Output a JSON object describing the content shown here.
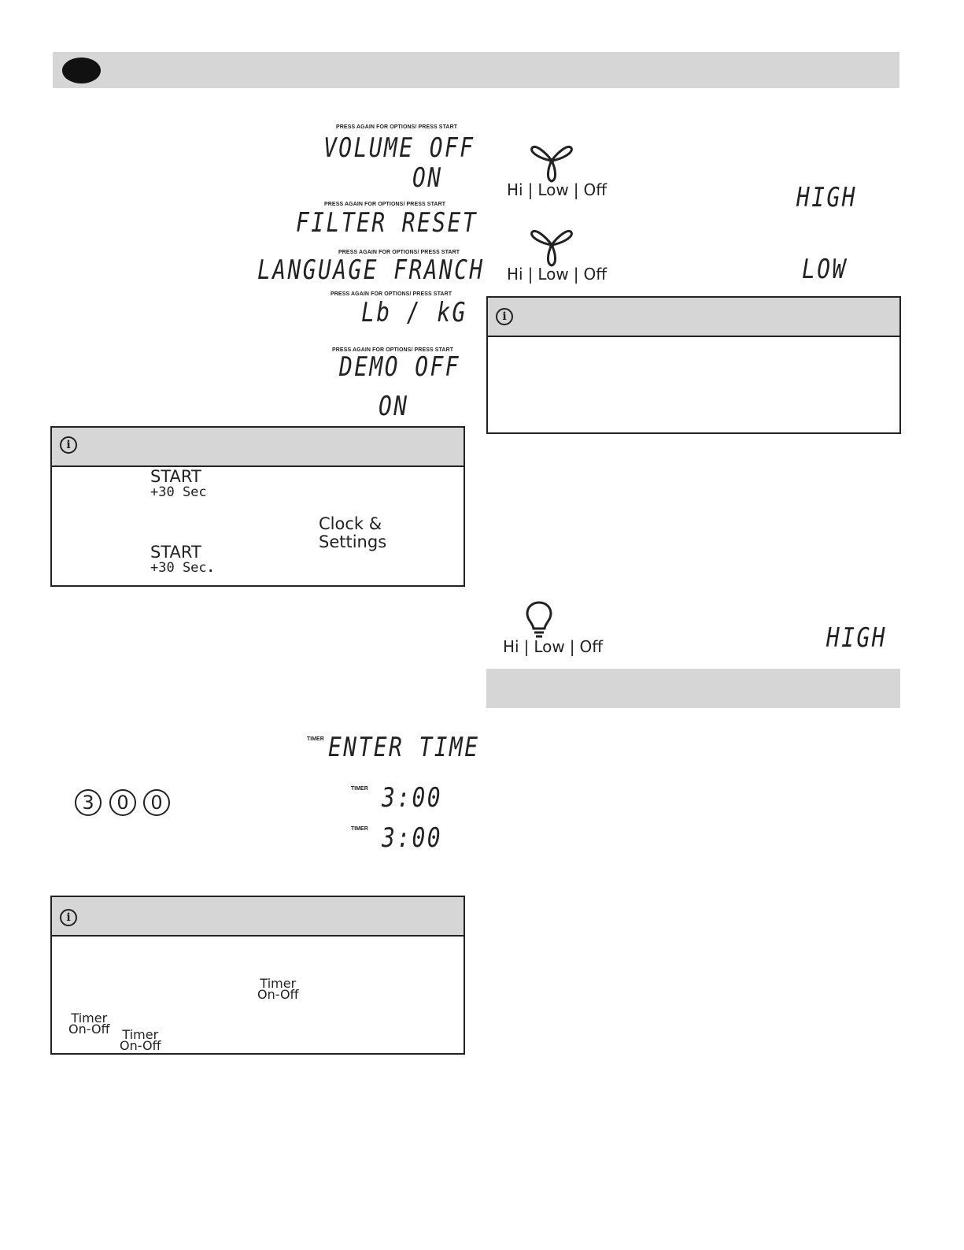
{
  "prompts": {
    "press_again": "PRESS AGAIN FOR OPTIONS/  PRESS START",
    "timer": "TIMER"
  },
  "displays": {
    "volume": "VOLUME OFF",
    "volume_on": "ON",
    "filter": "FILTER RESET",
    "language": "LANGUAGE FRANCH",
    "weight": "Lb / kG",
    "demo": "DEMO OFF",
    "demo_on": "ON",
    "enter_time": "ENTER TIME",
    "timer_value_1": "3:00",
    "timer_value_2": "3:00",
    "fan_high": "HIGH",
    "fan_low": "LOW",
    "light_high": "HIGH"
  },
  "info_box_1": {
    "start_1": "START",
    "sec_1": "+30 Sec",
    "clock_1": "Clock &",
    "clock_2": "Settings",
    "start_2": "START",
    "sec_2": "+30 Sec",
    "sec_2_suffix": "."
  },
  "number_buttons": [
    "3",
    "0",
    "0"
  ],
  "info_box_3": {
    "timer_a_1": "Timer",
    "timer_a_2": "On-Off",
    "timer_b_1": "Timer",
    "timer_b_2": "On-Off",
    "timer_c_1": "Timer",
    "timer_c_2": "On-Off"
  },
  "fan_control": {
    "hi": "Hi",
    "low": "Low",
    "off": "Off",
    "sep": "|"
  },
  "icons": {
    "info": "info-icon",
    "fan": "fan-icon",
    "light": "light-bulb-icon"
  }
}
